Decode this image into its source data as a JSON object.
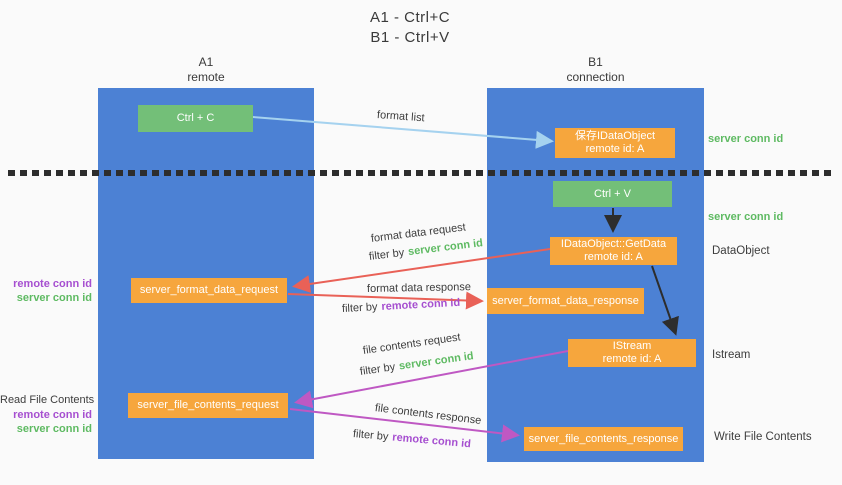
{
  "title": {
    "line1": "A1 - Ctrl+C",
    "line2": "B1 - Ctrl+V"
  },
  "lanes": {
    "left": {
      "name": "A1",
      "subtitle": "remote"
    },
    "right": {
      "name": "B1",
      "subtitle": "connection"
    }
  },
  "nodes": {
    "ctrl_c": {
      "label": "Ctrl + C"
    },
    "save_idataobject": {
      "line1": "保存IDataObject",
      "line2": "remote id: A"
    },
    "ctrl_v": {
      "label": "Ctrl + V"
    },
    "getdata": {
      "line1": "IDataObject::GetData",
      "line2": "remote id: A"
    },
    "server_format_data_request": {
      "label": "server_format_data_request"
    },
    "server_format_data_response": {
      "label": "server_format_data_response"
    },
    "istream": {
      "line1": "IStream",
      "line2": "remote id: A"
    },
    "server_file_contents_request": {
      "label": "server_file_contents_request"
    },
    "server_file_contents_response": {
      "label": "server_file_contents_response"
    }
  },
  "flow_labels": {
    "format_list": "format list",
    "format_data_request": "format data request",
    "format_data_response": "format data response",
    "file_contents_request": "file contents request",
    "file_contents_response": "file contents response",
    "filter_by": "filter by",
    "server_conn_id": "server conn id",
    "remote_conn_id": "remote conn id"
  },
  "side_labels": {
    "server_conn_id_top": "server conn id",
    "server_conn_id_mid": "server conn id",
    "dataobject": "DataObject",
    "istream": "Istream",
    "write_file_contents": "Write File Contents",
    "read_file_contents": "Read File Contents",
    "remote_conn_id": "remote conn id",
    "server_conn_id": "server conn id"
  },
  "colors": {
    "lane_blue": "#4c81d4",
    "box_green": "#73bf78",
    "box_orange": "#f6a63d",
    "arrow_light_blue": "#a5d2ef",
    "arrow_red": "#e96157",
    "arrow_magenta": "#bf58c3",
    "arrow_black": "#2d2d2d",
    "text_green": "#5eba62",
    "text_purple": "#a64fd0",
    "text_dark": "#3d3d3d",
    "background": "#fafafa"
  }
}
